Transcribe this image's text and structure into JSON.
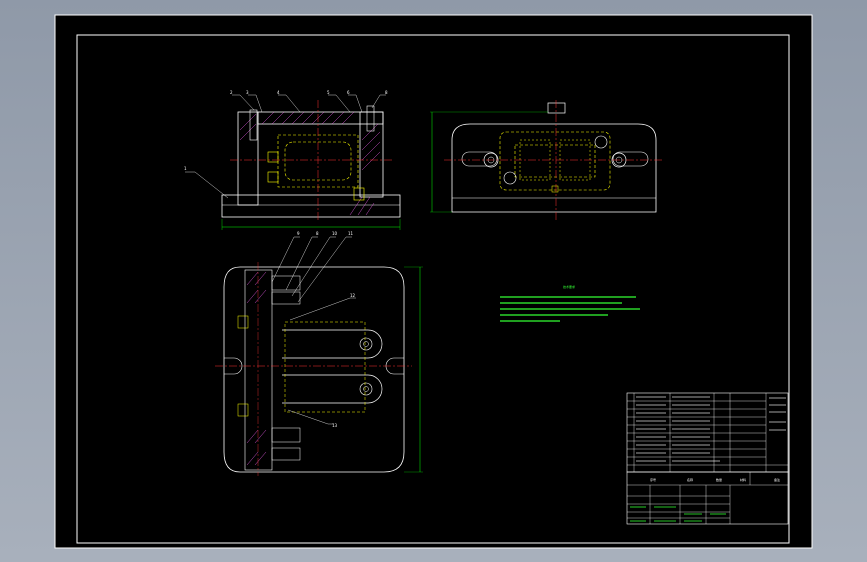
{
  "balloons": {
    "front": [
      "2",
      "3",
      "4",
      "5",
      "6",
      "8",
      "1"
    ],
    "plan": [
      "9",
      "8",
      "10",
      "11",
      "12",
      "13"
    ]
  },
  "tech_requirements": {
    "title": "技术要求",
    "lines": []
  },
  "title_block": {
    "columns": [
      "序号",
      "名称",
      "数量",
      "材料",
      "备注"
    ]
  },
  "colors": {
    "background": "#000000",
    "outline": "#ffffff",
    "hidden": "#ffff00",
    "center": "#ff3333",
    "hatch": "#ff66ff",
    "dims": "#00ff00",
    "text": "#33ff33"
  }
}
